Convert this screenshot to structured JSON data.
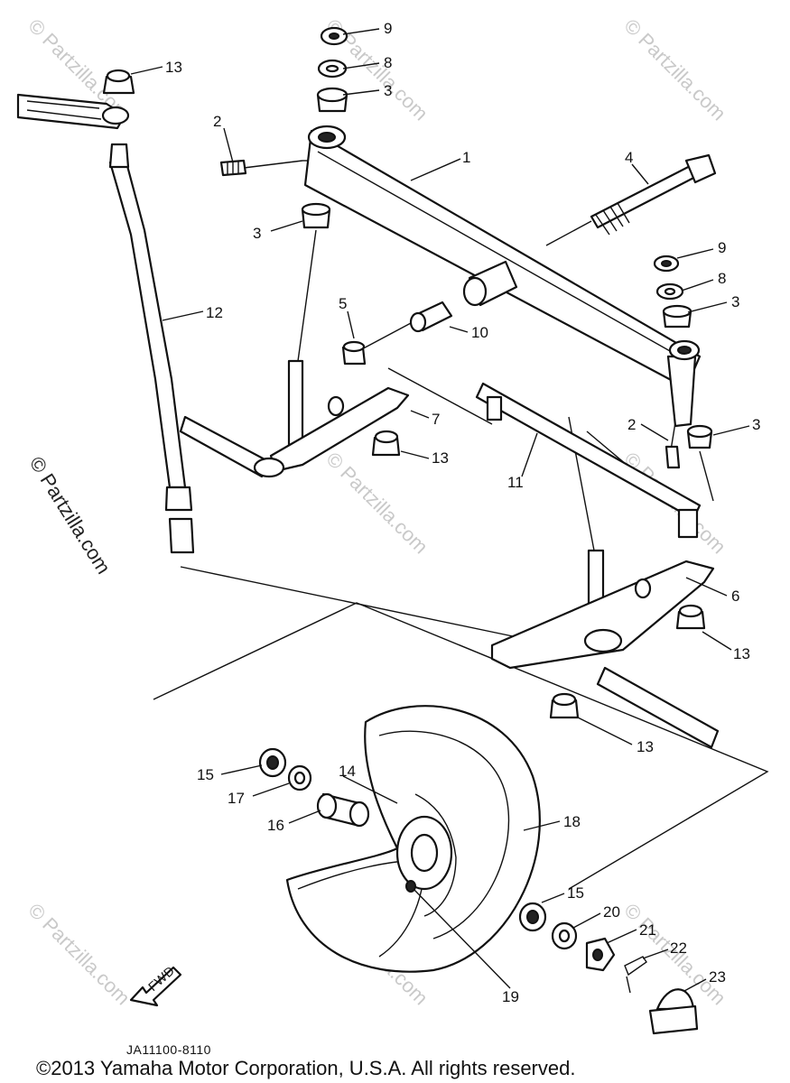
{
  "diagram": {
    "reference_code": "JA11100-8110",
    "fwd_label": "FWD",
    "copyright": "©2013  Yamaha Motor Corporation, U.S.A. All rights reserved.",
    "watermark_side": "© Partzilla.com",
    "watermark": "© Partzilla.com",
    "callouts": [
      "9",
      "8",
      "3",
      "13",
      "2",
      "1",
      "4",
      "3",
      "9",
      "8",
      "3",
      "5",
      "10",
      "12",
      "7",
      "13",
      "2",
      "3",
      "11",
      "6",
      "13",
      "13",
      "15",
      "14",
      "17",
      "16",
      "18",
      "15",
      "20",
      "21",
      "22",
      "19",
      "23"
    ]
  }
}
